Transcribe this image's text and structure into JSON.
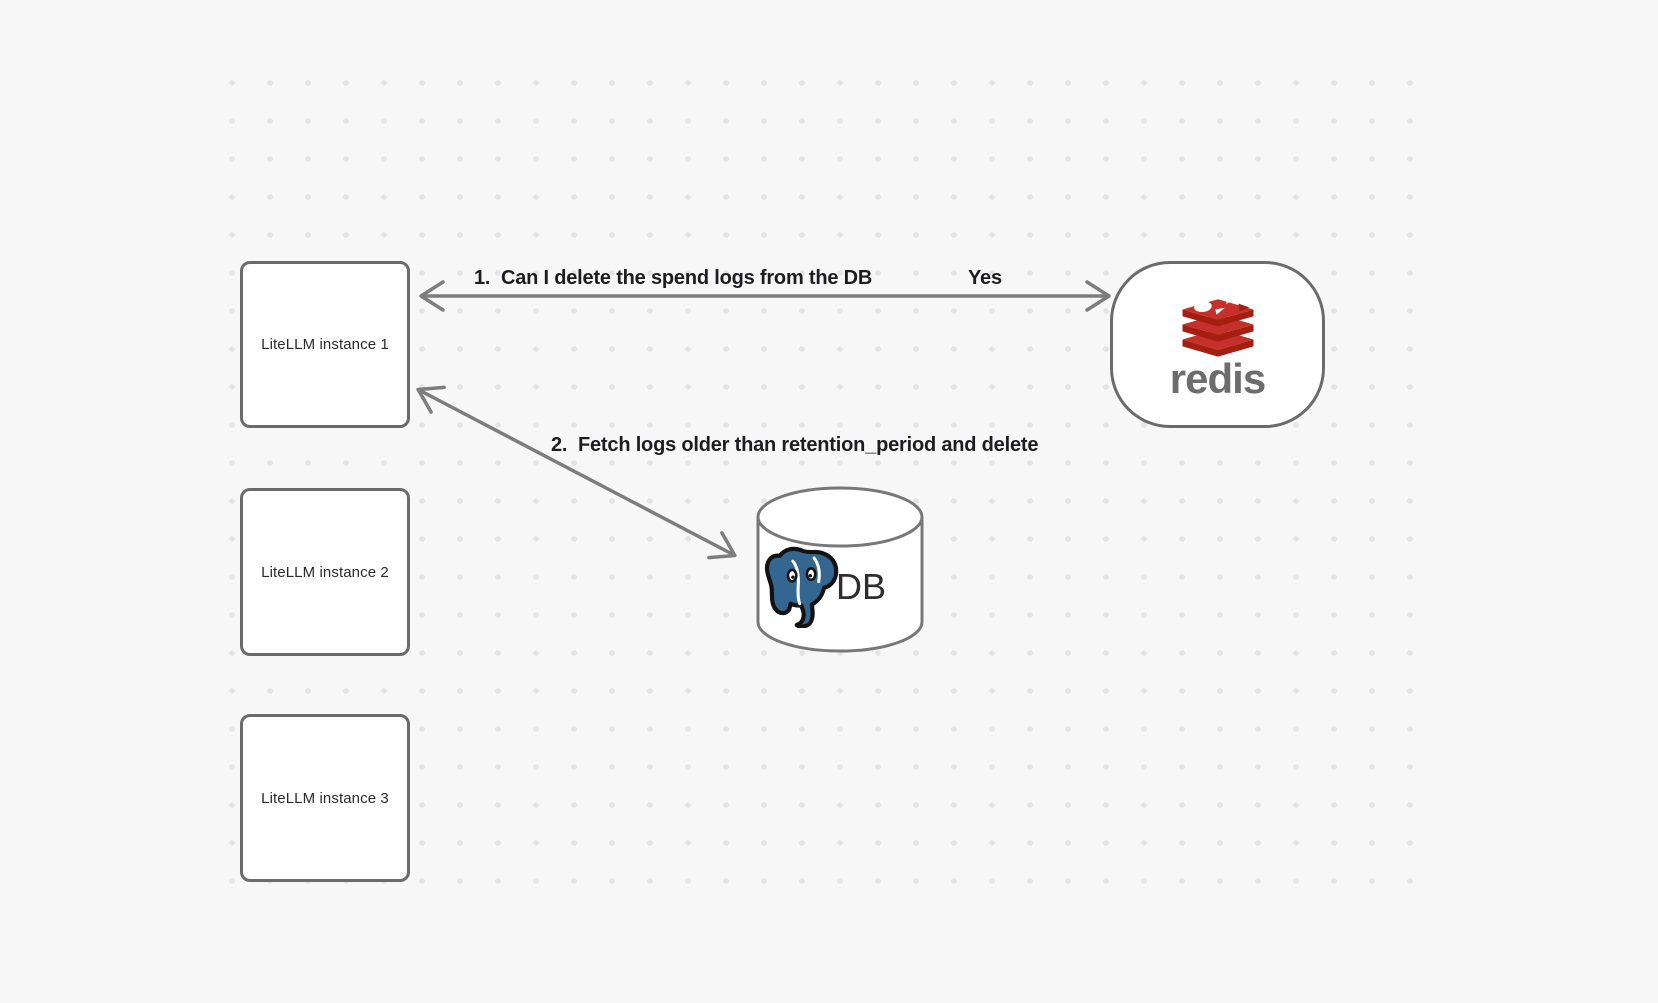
{
  "canvas": {
    "background": "#f7f7f8",
    "dot_color": "#e4e4e6"
  },
  "nodes": {
    "litellm1": {
      "label": "LiteLLM instance 1"
    },
    "litellm2": {
      "label": "LiteLLM instance 2"
    },
    "litellm3": {
      "label": "LiteLLM instance 3"
    },
    "redis": {
      "label": "redis"
    },
    "db": {
      "label": "DB"
    }
  },
  "arrows": {
    "redis_request": {
      "label": "1.  Can I delete the spend logs from the DB",
      "response": "Yes",
      "direction": "double-headed"
    },
    "db_fetch": {
      "label": "2.  Fetch logs older than retention_period and delete",
      "direction": "double-headed"
    }
  },
  "colors": {
    "node_border": "#6b6b6b",
    "arrow": "#7d7d7d",
    "edge_label_text": "#1d1d1f",
    "node_label_text": "#2b2b2b",
    "redis_red": "#c6302b",
    "redis_dark_red": "#a41e11",
    "redis_wordmark_gray": "#6d6d6d",
    "postgres_blue": "#336791"
  },
  "icons": {
    "redis": "redis-stack-icon",
    "postgres": "postgresql-elephant-icon",
    "db_shape": "database-cylinder"
  }
}
